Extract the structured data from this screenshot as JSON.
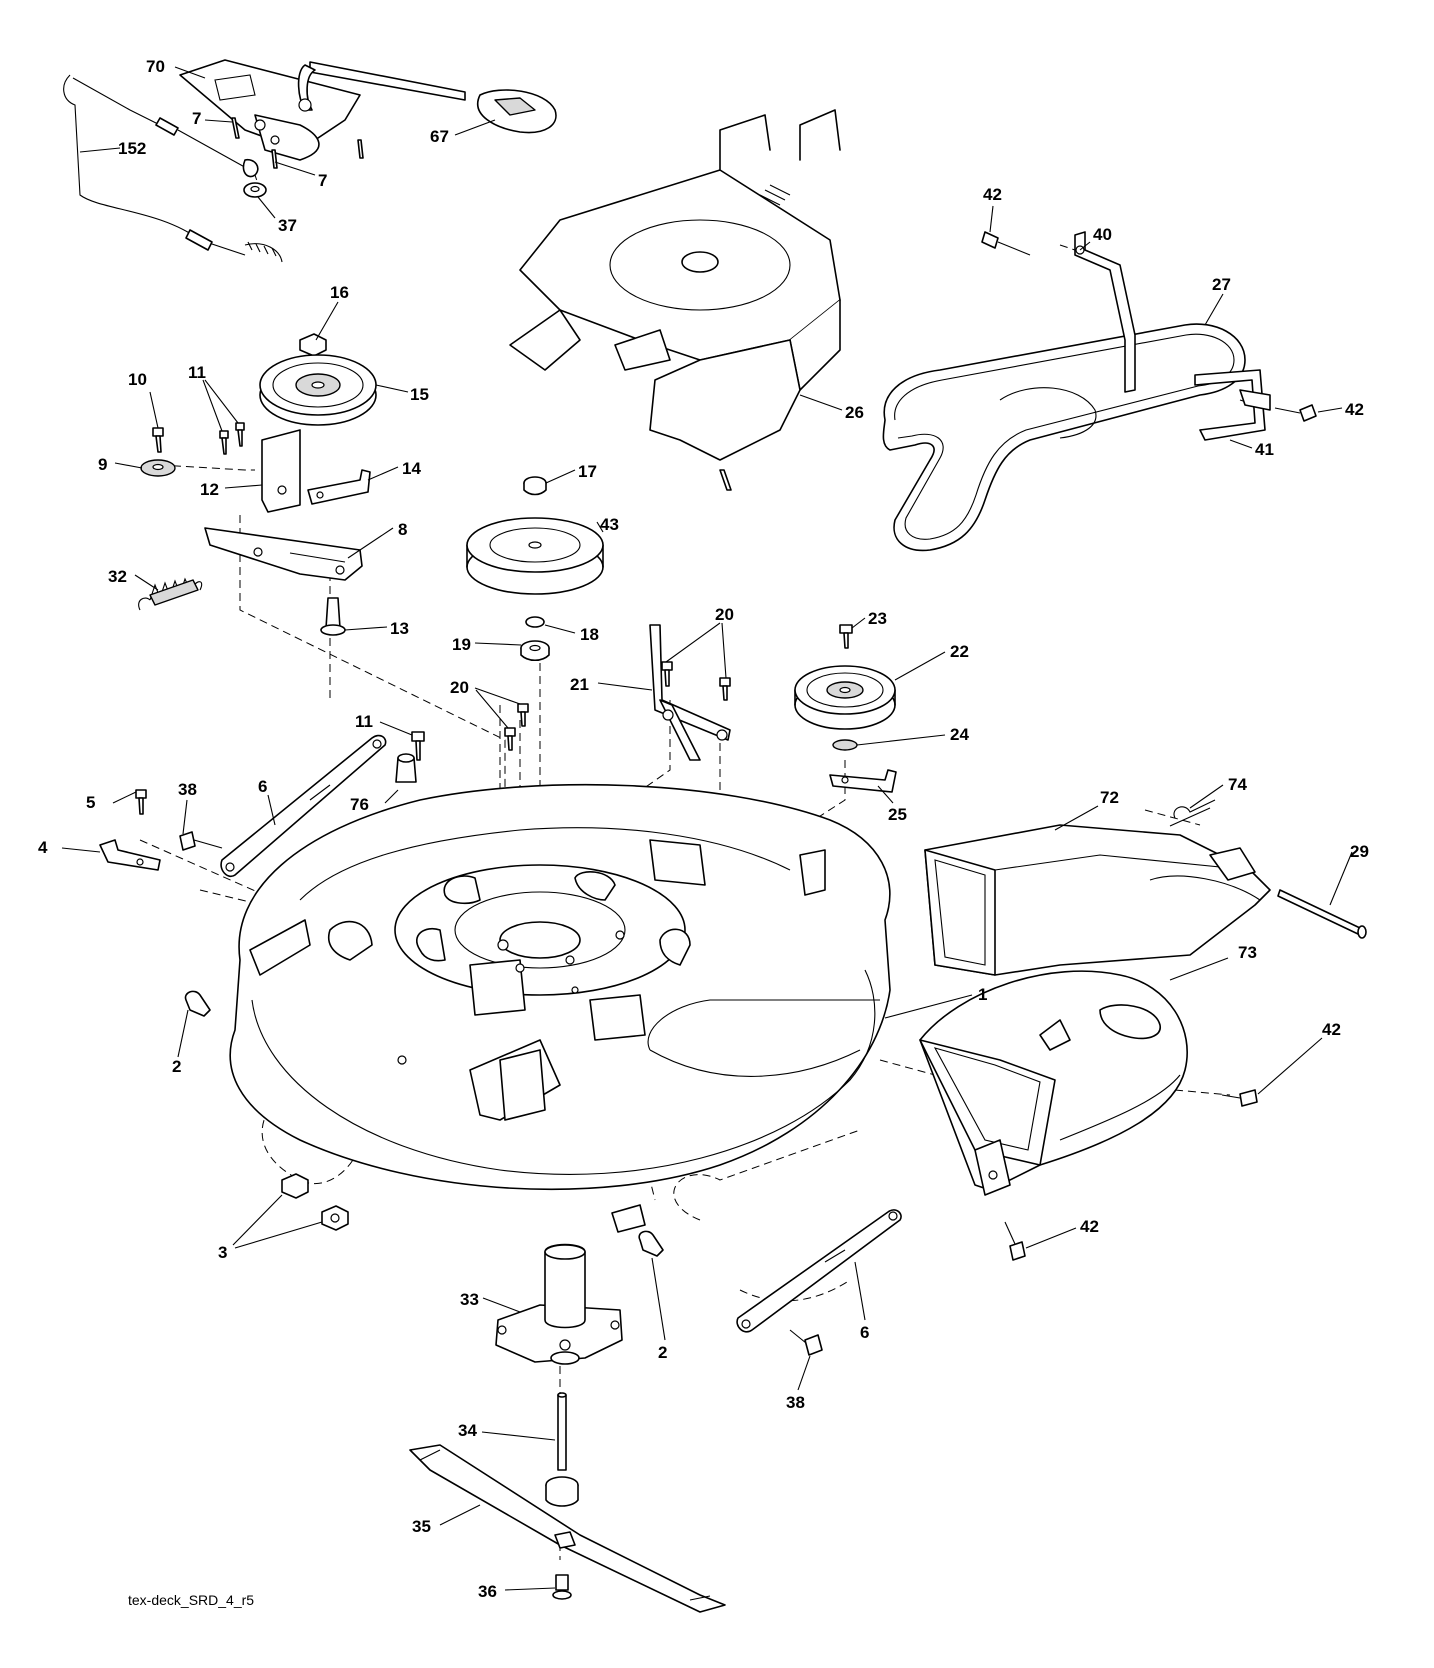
{
  "caption": "tex-deck_SRD_4_r5",
  "callouts": [
    {
      "id": "c70",
      "label": "70"
    },
    {
      "id": "c7a",
      "label": "7"
    },
    {
      "id": "c7b",
      "label": "7"
    },
    {
      "id": "c152",
      "label": "152"
    },
    {
      "id": "c37",
      "label": "37"
    },
    {
      "id": "c67",
      "label": "67"
    },
    {
      "id": "c42a",
      "label": "42"
    },
    {
      "id": "c40",
      "label": "40"
    },
    {
      "id": "c27",
      "label": "27"
    },
    {
      "id": "c42b",
      "label": "42"
    },
    {
      "id": "c41",
      "label": "41"
    },
    {
      "id": "c16",
      "label": "16"
    },
    {
      "id": "c15",
      "label": "15"
    },
    {
      "id": "c10",
      "label": "10"
    },
    {
      "id": "c11a",
      "label": "11"
    },
    {
      "id": "c9",
      "label": "9"
    },
    {
      "id": "c12",
      "label": "12"
    },
    {
      "id": "c14",
      "label": "14"
    },
    {
      "id": "c8",
      "label": "8"
    },
    {
      "id": "c32",
      "label": "32"
    },
    {
      "id": "c13",
      "label": "13"
    },
    {
      "id": "c26",
      "label": "26"
    },
    {
      "id": "c17",
      "label": "17"
    },
    {
      "id": "c43",
      "label": "43"
    },
    {
      "id": "c18",
      "label": "18"
    },
    {
      "id": "c19",
      "label": "19"
    },
    {
      "id": "c20a",
      "label": "20"
    },
    {
      "id": "c21",
      "label": "21"
    },
    {
      "id": "c20b",
      "label": "20"
    },
    {
      "id": "c23",
      "label": "23"
    },
    {
      "id": "c22",
      "label": "22"
    },
    {
      "id": "c24",
      "label": "24"
    },
    {
      "id": "c25",
      "label": "25"
    },
    {
      "id": "c11b",
      "label": "11"
    },
    {
      "id": "c38a",
      "label": "38"
    },
    {
      "id": "c6a",
      "label": "6"
    },
    {
      "id": "c5",
      "label": "5"
    },
    {
      "id": "c76",
      "label": "76"
    },
    {
      "id": "c4",
      "label": "4"
    },
    {
      "id": "c72",
      "label": "72"
    },
    {
      "id": "c74",
      "label": "74"
    },
    {
      "id": "c29",
      "label": "29"
    },
    {
      "id": "c1",
      "label": "1"
    },
    {
      "id": "c73",
      "label": "73"
    },
    {
      "id": "c2a",
      "label": "2"
    },
    {
      "id": "c42c",
      "label": "42"
    },
    {
      "id": "c3",
      "label": "3"
    },
    {
      "id": "c42d",
      "label": "42"
    },
    {
      "id": "c33",
      "label": "33"
    },
    {
      "id": "c2b",
      "label": "2"
    },
    {
      "id": "c6b",
      "label": "6"
    },
    {
      "id": "c38b",
      "label": "38"
    },
    {
      "id": "c34",
      "label": "34"
    },
    {
      "id": "c35",
      "label": "35"
    },
    {
      "id": "c36",
      "label": "36"
    }
  ]
}
